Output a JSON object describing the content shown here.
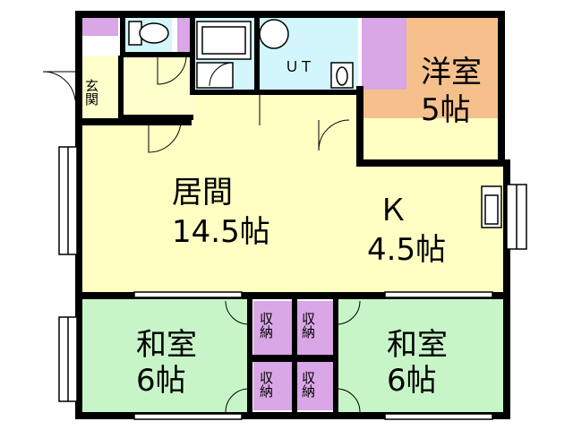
{
  "rooms": {
    "entrance": {
      "label": "玄関",
      "fill": "#ffffcc"
    },
    "ut": {
      "label": "ＵＴ",
      "fill": "#d2f6fc"
    },
    "western": {
      "label": "洋室",
      "size": "5帖",
      "fill": "#f5c08c"
    },
    "living": {
      "label": "居間",
      "size": "14.5帖",
      "fill": "#ffffc4"
    },
    "kitchen": {
      "label": "Ｋ",
      "size": "4.5帖",
      "fill": "#ffffc4"
    },
    "japanese_left": {
      "label": "和室",
      "size": "6帖",
      "fill": "#c8f5c8"
    },
    "japanese_right": {
      "label": "和室",
      "size": "6帖",
      "fill": "#c8f5c8"
    },
    "storage": {
      "label": "収納",
      "fill": "#d9a6e6"
    }
  },
  "colors": {
    "wall": "#000000",
    "closet": "#d9a6e6",
    "fixture": "#d2f6fc"
  },
  "icons": [
    "toilet-icon",
    "bathtub-icon",
    "washbasin-icon",
    "washing-machine-icon",
    "kitchen-sink-icon",
    "door-swing-icon",
    "window-icon"
  ]
}
